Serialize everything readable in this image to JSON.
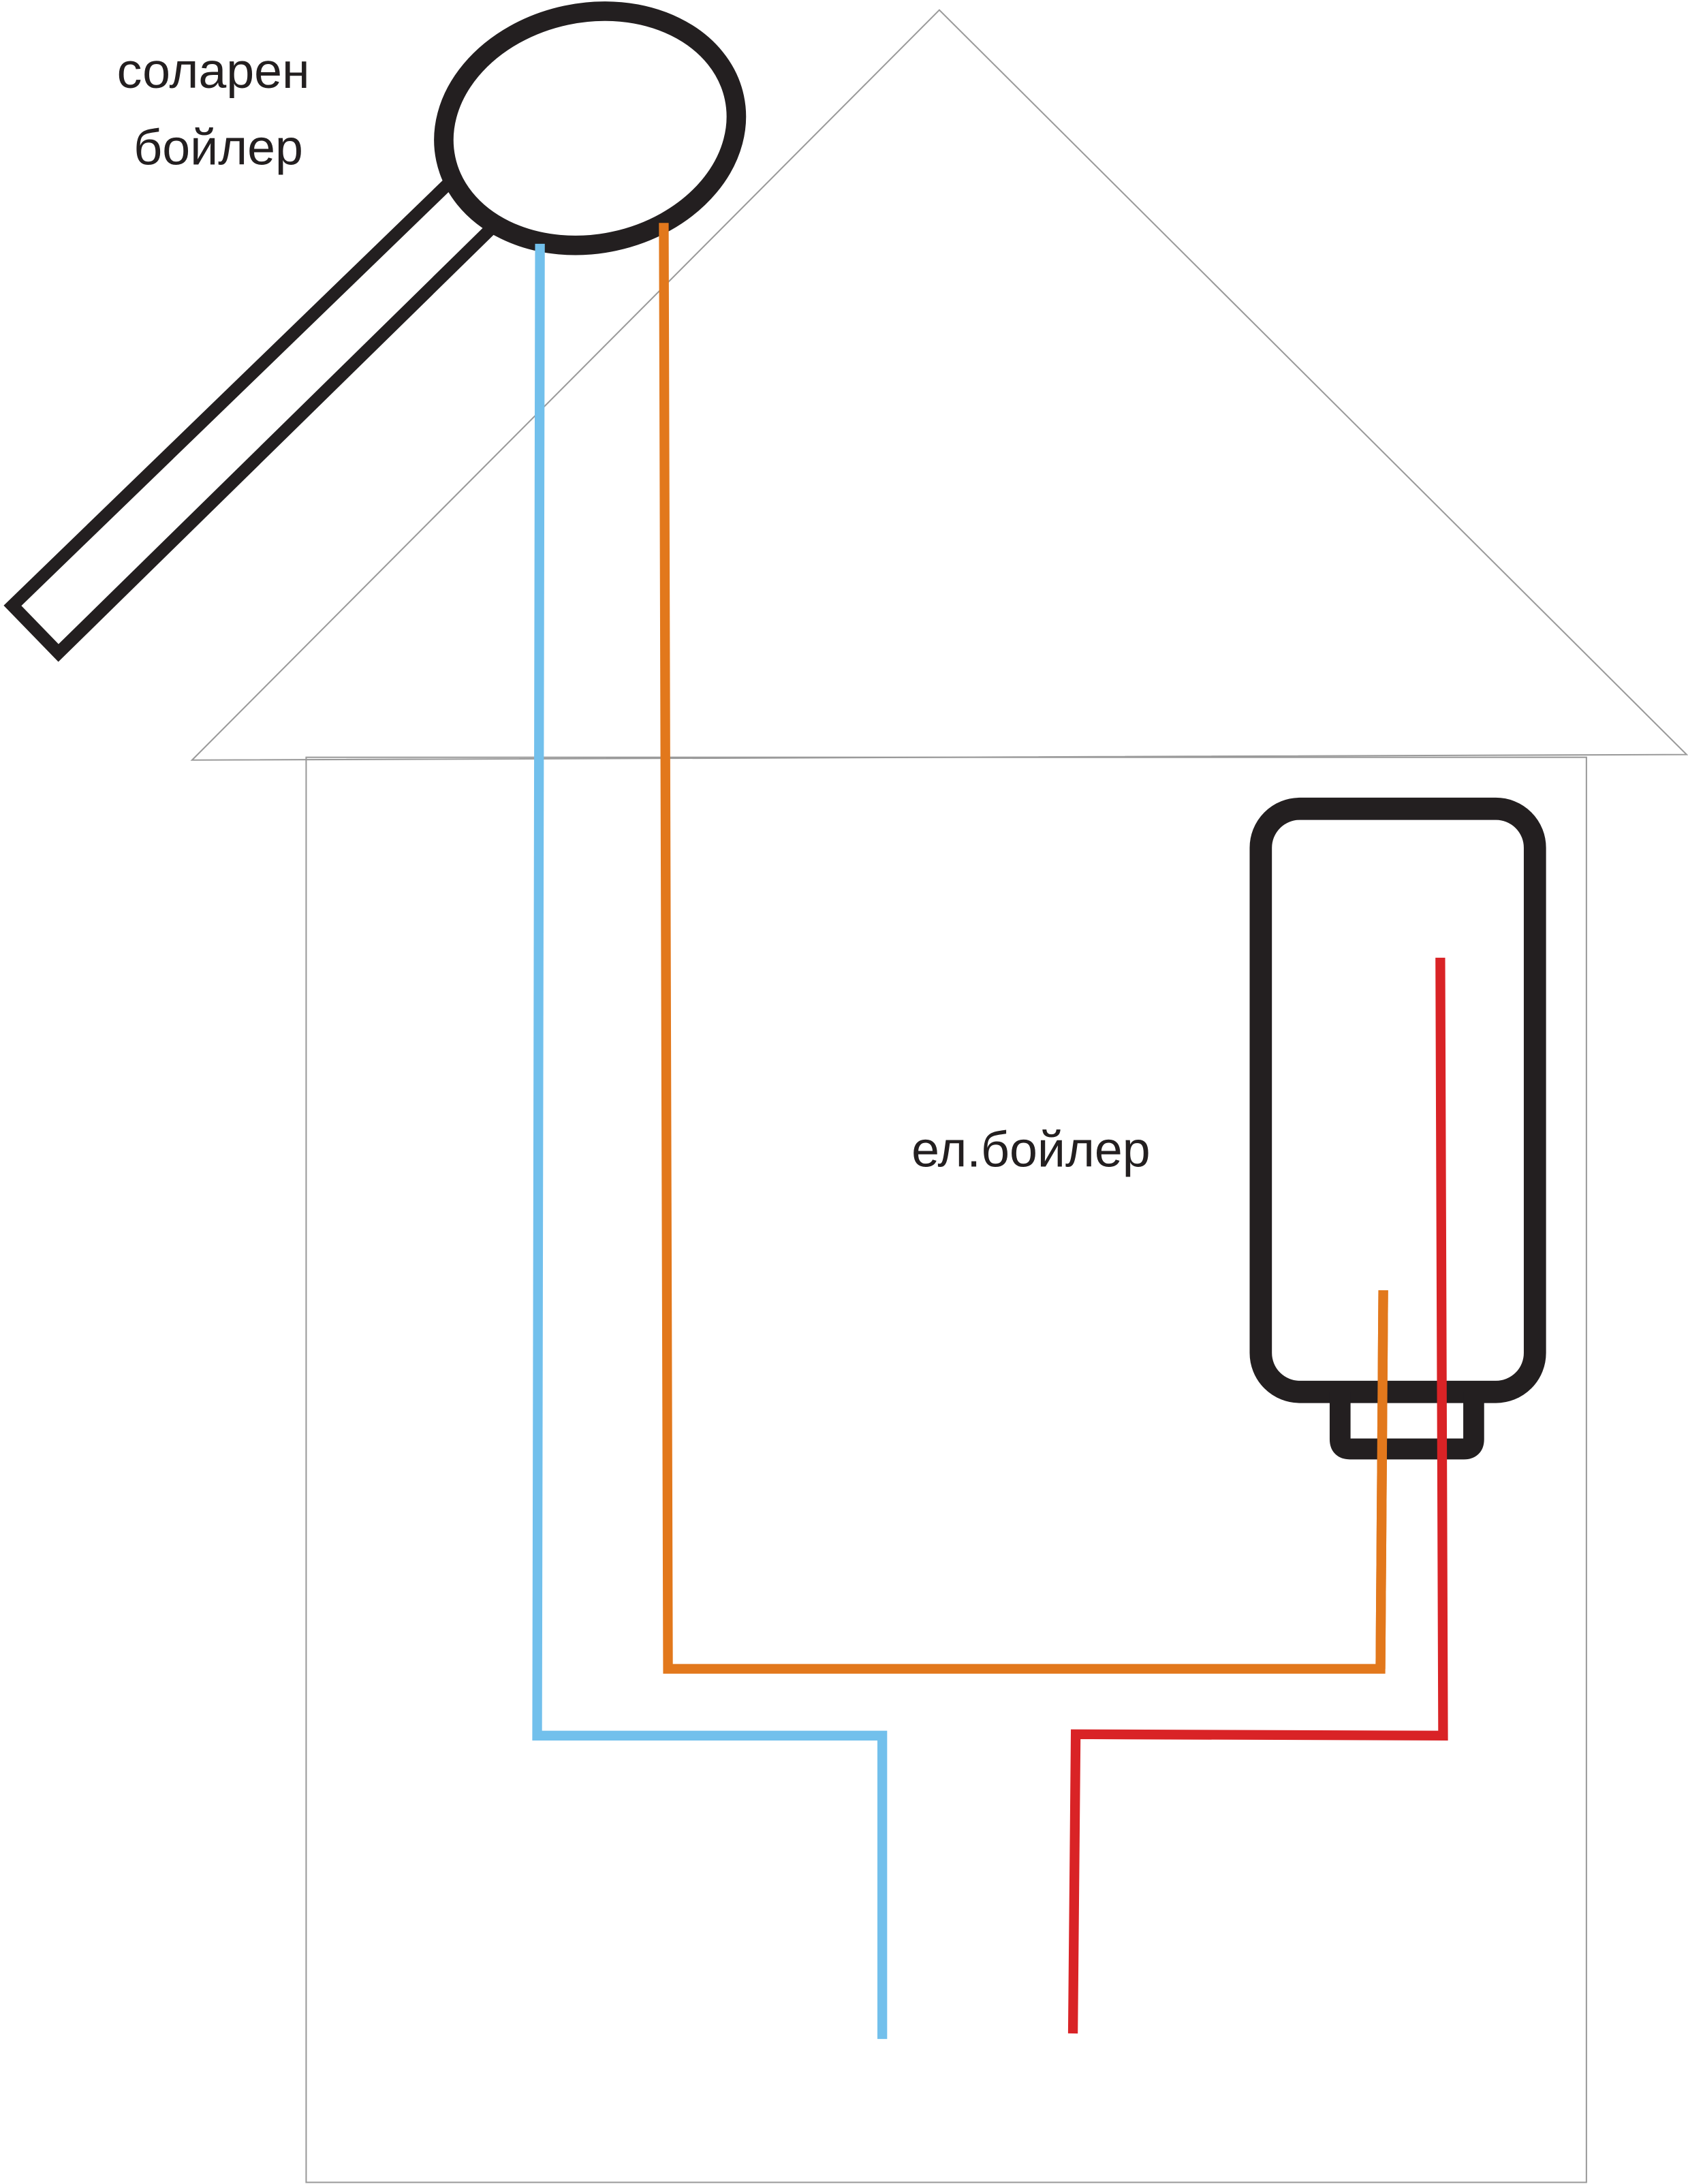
{
  "labels": {
    "solar_line1": "соларен",
    "solar_line2": "бойлер",
    "electric": "ел.бойлер"
  },
  "colors": {
    "outline": "#231f20",
    "cold_pipe": "#72c0ec",
    "solar_hot_pipe": "#e2781c",
    "hot_pipe": "#d92326",
    "house_line": "#9a9a9a"
  }
}
